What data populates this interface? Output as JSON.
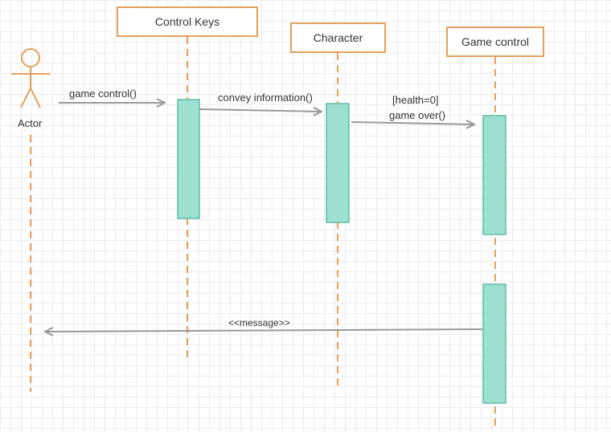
{
  "actor": {
    "label": "Actor"
  },
  "lifelines": [
    {
      "label": "Control Keys"
    },
    {
      "label": "Character"
    },
    {
      "label": "Game control"
    }
  ],
  "messages": [
    {
      "label": "game control()"
    },
    {
      "label": "convey information()"
    },
    {
      "guard": "[health=0]",
      "label": "game over()"
    },
    {
      "label": "<<message>>"
    }
  ],
  "colors": {
    "lifeline_orange": "#e2a15d",
    "activation_fill": "#9de0d1",
    "activation_stroke": "#61bba7",
    "arrow_gray": "#999999"
  }
}
